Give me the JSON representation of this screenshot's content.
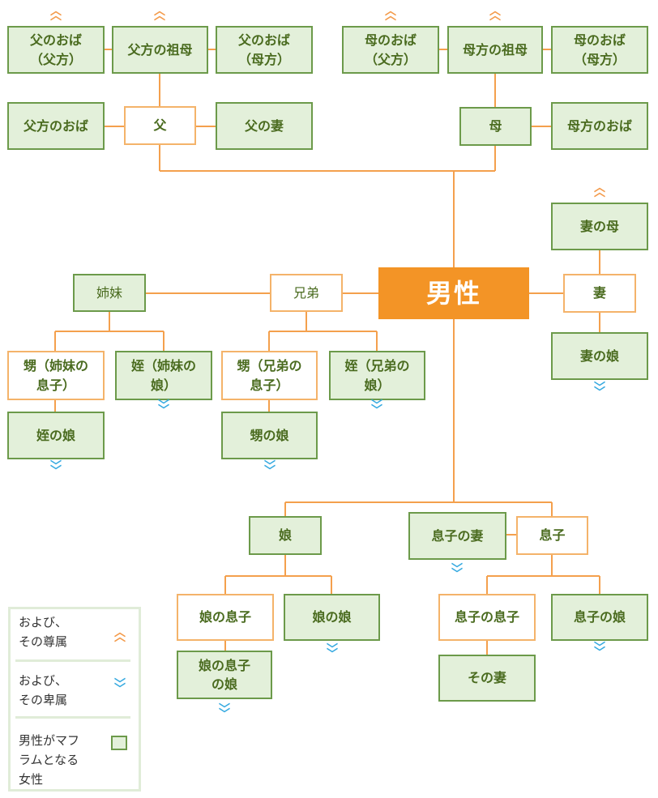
{
  "colors": {
    "center": "#f39426",
    "line": "#f4a04d",
    "mahram_fill": "#e3f0da",
    "mahram_border": "#6c9a4a",
    "plain_border": "#f4b36a",
    "text": "#4a6b1f",
    "ascendant_chevron": "#f39a4a",
    "descendant_chevron": "#35a9e0"
  },
  "diagram": {
    "center": "男性",
    "paternal": {
      "aunt_left_top": "父のおば\n（父方）",
      "grandmother": "父方の祖母",
      "aunt_right_top": "父のおば\n（母方）",
      "aunt": "父方のおば",
      "father": "父",
      "father_wife": "父の妻"
    },
    "maternal": {
      "aunt_left_top": "母のおば\n（父方）",
      "grandmother": "母方の祖母",
      "aunt_right_top": "母のおば\n（母方）",
      "mother": "母",
      "aunt": "母方のおば"
    },
    "wife_side": {
      "wife_mother": "妻の母",
      "wife": "妻",
      "wife_daughter": "妻の娘"
    },
    "siblings": {
      "sister": "姉妹",
      "brother": "兄弟",
      "sister_son": "甥（姉妹の\n息子）",
      "sister_daughter": "姪（姉妹の\n娘）",
      "sister_daughter_daughter": "姪の娘",
      "brother_son": "甥（兄弟の\n息子）",
      "brother_daughter": "姪（兄弟の\n娘）",
      "brother_son_daughter": "甥の娘"
    },
    "children": {
      "daughter": "娘",
      "son_wife": "息子の妻",
      "son": "息子",
      "daughter_son": "娘の息子",
      "daughter_daughter": "娘の娘",
      "daughter_son_daughter": "娘の息子\nの娘",
      "son_son": "息子の息子",
      "son_daughter": "息子の娘",
      "son_son_wife": "その妻"
    }
  },
  "legend": {
    "ascendants": "および、\nその尊属",
    "descendants": "および、\nその卑属",
    "mahram": "男性がマフ\nラムとなる\n女性"
  }
}
